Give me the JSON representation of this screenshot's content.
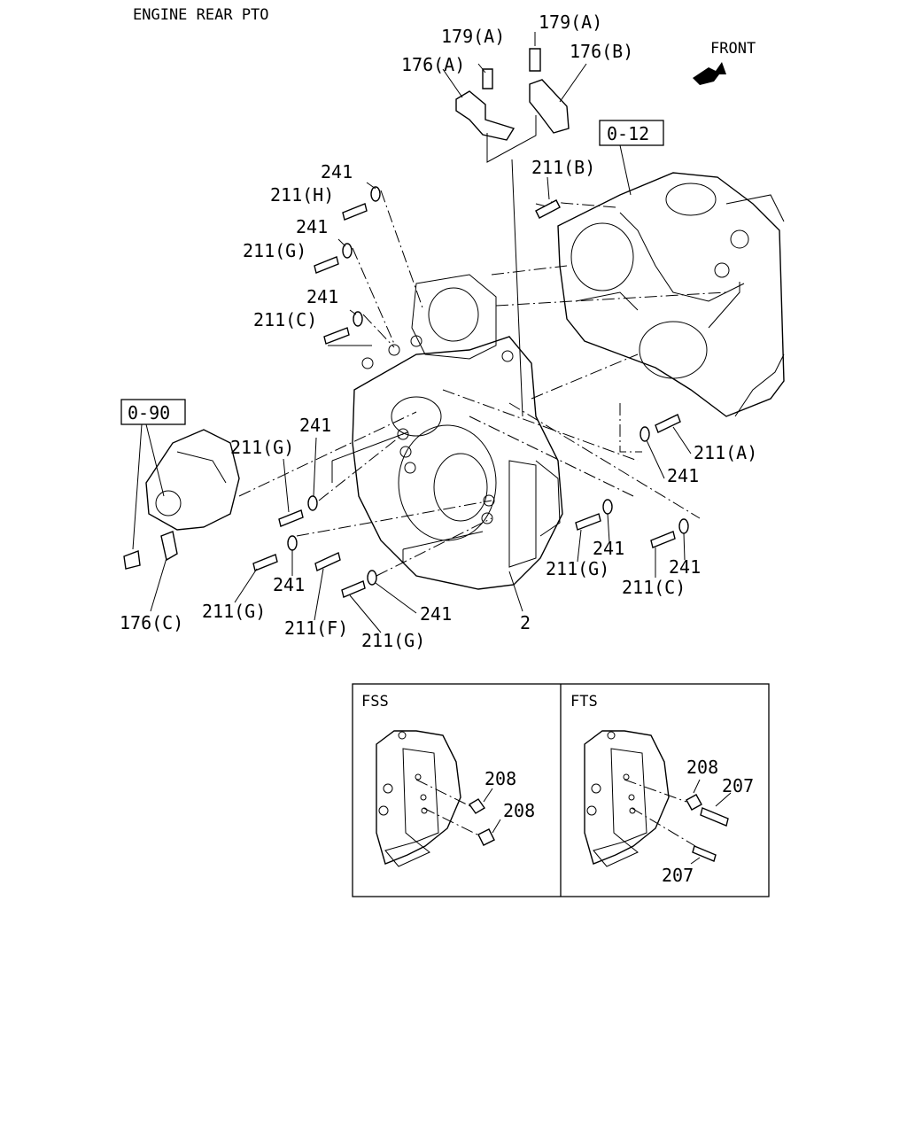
{
  "title": "ENGINE REAR PTO",
  "front_label": "FRONT",
  "ref_boxes": {
    "engine_block": "0-12",
    "pto_unit": "0-90"
  },
  "main_labels": {
    "l179a_left": "179(A)",
    "l179a_right": "179(A)",
    "l176a": "176(A)",
    "l176b": "176(B)",
    "l176c": "176(C)",
    "l211b": "211(B)",
    "l211h": "211(H)",
    "l211g_top": "211(G)",
    "l211c_top": "211(C)",
    "l241_1": "241",
    "l241_2": "241",
    "l241_3": "241",
    "l241_4": "241",
    "l241_5": "241",
    "l241_6": "241",
    "l241_7": "241",
    "l241_8": "241",
    "l241_9": "241",
    "l211a": "211(A)",
    "l211g_mid": "211(G)",
    "l211g_left": "211(G)",
    "l211f": "211(F)",
    "l211g_bottom": "211(G)",
    "l211g_right": "211(G)",
    "l211c_right": "211(C)",
    "l2": "2"
  },
  "inset_fss": {
    "title": "FSS",
    "label_a": "208",
    "label_b": "208"
  },
  "inset_fts": {
    "title": "FTS",
    "label_208": "208",
    "label_207_top": "207",
    "label_207_bottom": "207"
  }
}
